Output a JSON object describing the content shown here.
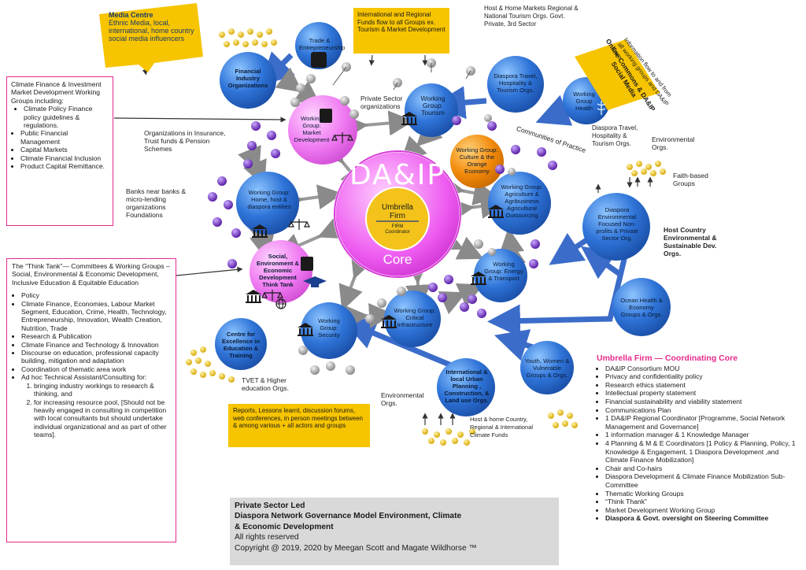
{
  "colors": {
    "blue_node": "#2c6bd1",
    "pink_node": "#ee6df0",
    "orange_node": "#f28a0a",
    "center_ring": "#e73ee8",
    "umbrella_yellow": "#f3c31b",
    "yellow_box": "#f7c400",
    "pink_title": "#e52a8c",
    "arrow_gray": "#8a8a8a",
    "purple_ball": "#6c2bb5",
    "gold_ball": "#e7c41a",
    "footer_gray": "#d9d9d9"
  },
  "core": {
    "title": "DA&IP",
    "core_label": "Core",
    "umbrella_line1": "Umbrella",
    "umbrella_line2": "Firm",
    "umbrella_sub1": "FIRM",
    "umbrella_sub2": "Coordinator"
  },
  "nodes": {
    "market": "Working Group: Market Development",
    "tourism": "Working Group: Tourism",
    "culture": "Working Group: Culture & the Orange Economy",
    "agri": "Working Group: Agriculture & Agribusiness Agricultural Outsourcing",
    "energy": "Working Group: Energy & Transport",
    "critical": "Working Group: Critical Infrastructure",
    "security": "Working Group: Security",
    "home_host": "Working Group: Home, host & diaspora entities",
    "social": "Social, Environment & Economic Development Think Tank",
    "financial": "Financial Industry Organizations",
    "trade": "Trade & Entrepreneurship",
    "diaspora_travel": "Diaspora Travel, Hospitality & Tourism Orgs.",
    "health": "Working Group Health",
    "diaspora_env": "Diaspora Environmental Focused Non-profits & Private Sector Org.",
    "ocean": "Ocean Health & Economy Groups & Orgs.",
    "youth": "Youth, Women & Vulnerable Groups & Orgs.",
    "urban": "International & local Urban Planning , Construction, & Land use Orgs.",
    "centre": "Centre for Excellence in Education & Training"
  },
  "yellow_boxes": {
    "media_title": "Media Centre",
    "media_body": "Ethnic Media, local, international, home country social media influencers",
    "funds": "International and Regional Funds flow to all Groups ex. Tourism & Market Development",
    "online_title": "Online Commons & DA&IP Social Media",
    "reports": "Reports, Lessons learnt, discussion forums, web conferences, in person meetings between & among various + all actors and groups"
  },
  "labels": {
    "insurance": "Organizations in Insurance, Trust funds & Pension Schemes",
    "banks": "Banks near banks & micro-lending organizations Foundations",
    "private_sector": "Private Sector organizations",
    "host_home": "Host & Home Markets Regional & National Tourism Orgs. Govt. Private, 3rd Sector",
    "info_flow": "Information flow to and from all working groups and DA&IP Core",
    "communities": "Communities of Practice",
    "diaspora_travel_lbl": "Diaspora Travel, Hospitality & Tourism Orgs.",
    "env_orgs_right": "Environmental Orgs.",
    "faith": "Faith-based Groups",
    "host_env": "Host Country Environmental & Sustainable Dev. Orgs.",
    "tvet": "TVET & Higher education Orgs.",
    "env_orgs_bottom": "Environmental Orgs.",
    "host_home_country": "Host & home Country, Regional & International Climate Funds"
  },
  "climate_box": {
    "intro": "Climate Finance & Investment Market Development Working Groups including:",
    "items": [
      "Climate Policy Finance policy guidelines & regulations.",
      "Public Financial Management",
      "Capital Markets",
      "Climate Financial Inclusion",
      "Product Capital Remittance."
    ]
  },
  "think_tank_box": {
    "intro": "The “Think Tank”— Committees & Working Groups – Social, Environmental & Economic Development, Inclusive Education & Equitable Education",
    "items": [
      "Policy",
      "Climate Finance,  Economies, Labour Market Segment, Education, Crime, Health, Technology, Entrepreneurship, Innovation, Wealth Creation, Nutrition, Trade",
      "Research & Publication",
      "Climate Finance and Technology & Innovation",
      "Discourse on education, professional capacity building, mitigation and adaptation",
      "Coordination of thematic area work",
      "Ad hoc Technical Assistant/Consulting for:"
    ],
    "sub_items": [
      "bringing industry workings to research & thinking, and",
      "for  increasing resource pool,  [Should not be heavily engaged in consulting in competition with local consultants but should undertake individual organizational and as part of other teams]."
    ]
  },
  "umbrella_list": {
    "title": "Umbrella Firm — Coordinating Core",
    "items": [
      "DA&IP Consortium  MOU",
      "Privacy and confidentiality policy",
      "Research ethics statement",
      "Intellectual property statement",
      "Financial sustainability and viability statement",
      "Communications Plan",
      " 1 DA&IP Regional Coordinator [Programme, Social Network Management and Governance]",
      " 1 information manager  & 1 Knowledge Manager",
      "4 Planning & M & E Coordinators [1 Policy & Planning, Policy,  1 Knowledge & Engagement, 1 Diaspora Development ,and Climate Finance Mobilization]",
      "Chair and Co-hairs",
      "Diaspora Development & Climate Finance Mobilization Sub-Committee",
      "Thematic Working Groups",
      " “Think Thank”",
      "Market Development Working Group",
      "Diaspora & Govt. oversight on Steering Committee"
    ]
  },
  "footer": {
    "line1": "Private Sector Led",
    "line2": "Diaspora Network Governance Model Environment, Climate",
    "line3": "& Economic Development",
    "line4": "All rights reserved",
    "line5": "Copyright @ 2019, 2020 by Meegan Scott and Magate Wildhorse ™"
  }
}
